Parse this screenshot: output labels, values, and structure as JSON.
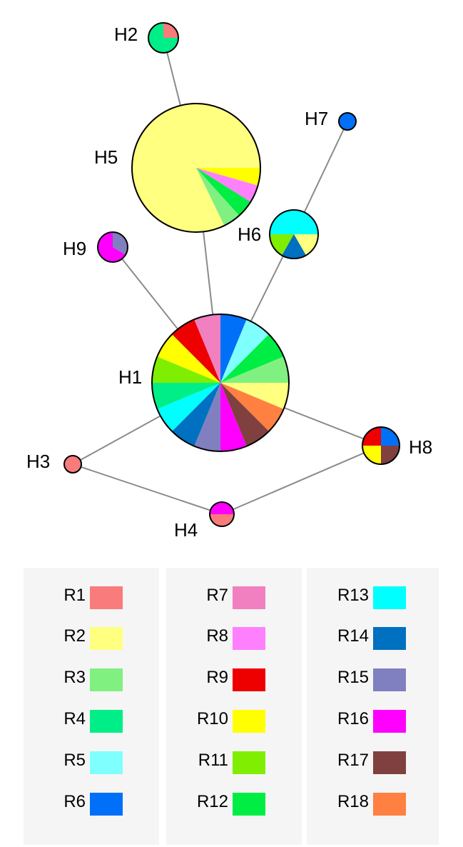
{
  "colors": {
    "R1": "#f97b7b",
    "R2": "#ffff80",
    "R3": "#80f080",
    "R4": "#00ee88",
    "R5": "#80ffff",
    "R6": "#0070f8",
    "R7": "#f080c0",
    "R8": "#ff80ff",
    "R9": "#ee0000",
    "R10": "#ffff00",
    "R11": "#80ee00",
    "R12": "#00ee44",
    "R13": "#00ffff",
    "R14": "#0070c0",
    "R15": "#8080c0",
    "R16": "#ff00ff",
    "R17": "#804040",
    "R18": "#ff8040"
  },
  "haplotypes": [
    {
      "id": "H1",
      "label": "H1",
      "slices": [
        {
          "region": "R6",
          "w": 1
        },
        {
          "region": "R5",
          "w": 1
        },
        {
          "region": "R12",
          "w": 1
        },
        {
          "region": "R3",
          "w": 1
        },
        {
          "region": "R2",
          "w": 1
        },
        {
          "region": "R18",
          "w": 1
        },
        {
          "region": "R17",
          "w": 1
        },
        {
          "region": "R16",
          "w": 1
        },
        {
          "region": "R15",
          "w": 1
        },
        {
          "region": "R14",
          "w": 1
        },
        {
          "region": "R13",
          "w": 1
        },
        {
          "region": "R4",
          "w": 1
        },
        {
          "region": "R11",
          "w": 1
        },
        {
          "region": "R10",
          "w": 1
        },
        {
          "region": "R9",
          "w": 1
        },
        {
          "region": "R7",
          "w": 1
        }
      ]
    },
    {
      "id": "H2",
      "label": "H2",
      "slices": [
        {
          "region": "R1",
          "w": 1
        },
        {
          "region": "R4",
          "w": 3
        }
      ]
    },
    {
      "id": "H3",
      "label": "H3",
      "slices": [
        {
          "region": "R1",
          "w": 1
        }
      ]
    },
    {
      "id": "H4",
      "label": "H4",
      "slices": [
        {
          "region": "R16",
          "w": 1
        },
        {
          "region": "R1",
          "w": 1
        }
      ]
    },
    {
      "id": "H5",
      "label": "H5",
      "slices": [
        {
          "region": "R10",
          "w": 2
        },
        {
          "region": "R8",
          "w": 2
        },
        {
          "region": "R12",
          "w": 2
        },
        {
          "region": "R3",
          "w": 2
        },
        {
          "region": "R2",
          "w": 37
        }
      ]
    },
    {
      "id": "H6",
      "label": "H6",
      "slices": [
        {
          "region": "R2",
          "w": 1
        },
        {
          "region": "R14",
          "w": 1
        },
        {
          "region": "R11",
          "w": 1
        },
        {
          "region": "R13",
          "w": 3
        }
      ]
    },
    {
      "id": "H7",
      "label": "H7",
      "slices": [
        {
          "region": "R6",
          "w": 1
        }
      ]
    },
    {
      "id": "H8",
      "label": "H8",
      "slices": [
        {
          "region": "R6",
          "w": 1
        },
        {
          "region": "R17",
          "w": 1
        },
        {
          "region": "R10",
          "w": 1
        },
        {
          "region": "R9",
          "w": 1
        }
      ]
    },
    {
      "id": "H9",
      "label": "H9",
      "slices": [
        {
          "region": "R16",
          "w": 2
        },
        {
          "region": "R15",
          "w": 1
        }
      ]
    }
  ],
  "edges": [
    [
      "H2",
      "H5"
    ],
    [
      "H5",
      "H1"
    ],
    [
      "H7",
      "H6"
    ],
    [
      "H6",
      "H1"
    ],
    [
      "H9",
      "H1"
    ],
    [
      "H1",
      "H8"
    ],
    [
      "H1",
      "H3"
    ],
    [
      "H3",
      "H4"
    ],
    [
      "H4",
      "H8"
    ]
  ],
  "legend": {
    "columns": [
      [
        {
          "label": "R1",
          "region": "R1"
        },
        {
          "label": "R2",
          "region": "R2"
        },
        {
          "label": "R3",
          "region": "R3"
        },
        {
          "label": "R4",
          "region": "R4"
        },
        {
          "label": "R5",
          "region": "R5"
        },
        {
          "label": "R6",
          "region": "R6"
        }
      ],
      [
        {
          "label": "R7",
          "region": "R7"
        },
        {
          "label": "R8",
          "region": "R8"
        },
        {
          "label": "R9",
          "region": "R9"
        },
        {
          "label": "R10",
          "region": "R10"
        },
        {
          "label": "R11",
          "region": "R11"
        },
        {
          "label": "R12",
          "region": "R12"
        }
      ],
      [
        {
          "label": "R13",
          "region": "R13"
        },
        {
          "label": "R14",
          "region": "R14"
        },
        {
          "label": "R15",
          "region": "R15"
        },
        {
          "label": "R16",
          "region": "R16"
        },
        {
          "label": "R17",
          "region": "R17"
        },
        {
          "label": "R18",
          "region": "R18"
        }
      ]
    ]
  }
}
